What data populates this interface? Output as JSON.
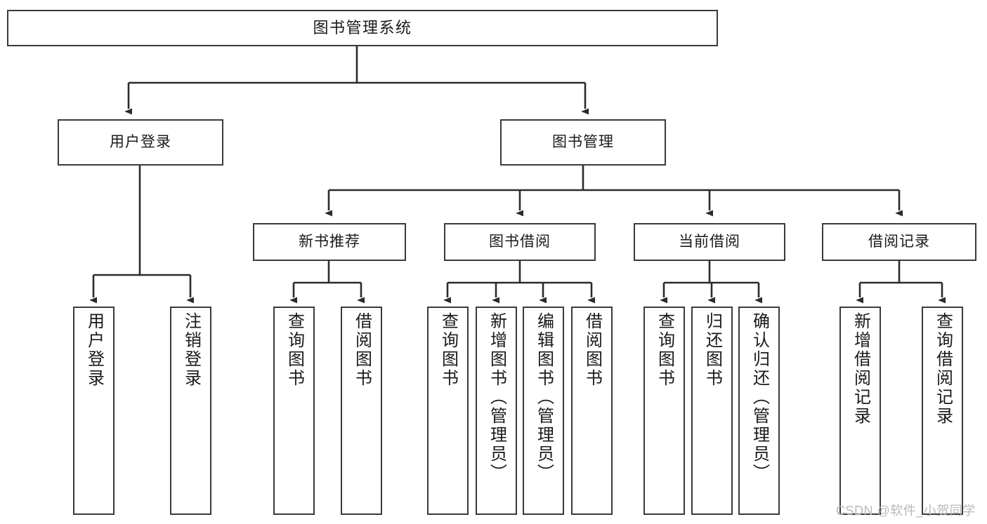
{
  "diagram": {
    "title": "图书管理系统",
    "type": "tree",
    "watermark": "CSDN @软件_小贺同学",
    "colors": {
      "node_border": "#3a3a3a",
      "node_fill": "#ffffff",
      "edge": "#2b2b2b",
      "background": "#ffffff",
      "watermark": "#b9b9b9"
    },
    "nodes": {
      "root": {
        "label": "图书管理系统"
      },
      "level2": [
        {
          "id": "user_login",
          "label": "用户登录"
        },
        {
          "id": "book_manage",
          "label": "图书管理"
        }
      ],
      "level3": [
        {
          "id": "new_book_rec",
          "label": "新书推荐"
        },
        {
          "id": "book_borrow",
          "label": "图书借阅"
        },
        {
          "id": "current_borrow",
          "label": "当前借阅"
        },
        {
          "id": "borrow_record",
          "label": "借阅记录"
        }
      ],
      "leaves": {
        "user_login": [
          {
            "id": "leaf_user_login",
            "label": "用户登录"
          },
          {
            "id": "leaf_logout",
            "label": "注销登录"
          }
        ],
        "new_book_rec": [
          {
            "id": "leaf_query_book_1",
            "label": "查询图书"
          },
          {
            "id": "leaf_borrow_book_1",
            "label": "借阅图书"
          }
        ],
        "book_borrow": [
          {
            "id": "leaf_query_book_2",
            "label": "查询图书"
          },
          {
            "id": "leaf_add_book",
            "label": "新增图书（管理员）"
          },
          {
            "id": "leaf_edit_book",
            "label": "编辑图书（管理员）"
          },
          {
            "id": "leaf_borrow_book_2",
            "label": "借阅图书"
          }
        ],
        "current_borrow": [
          {
            "id": "leaf_query_book_3",
            "label": "查询图书"
          },
          {
            "id": "leaf_return_book",
            "label": "归还图书"
          },
          {
            "id": "leaf_confirm_return",
            "label": "确认归还（管理员）"
          }
        ],
        "borrow_record": [
          {
            "id": "leaf_add_record",
            "label": "新增借阅记录"
          },
          {
            "id": "leaf_query_record",
            "label": "查询借阅记录"
          }
        ]
      }
    }
  }
}
